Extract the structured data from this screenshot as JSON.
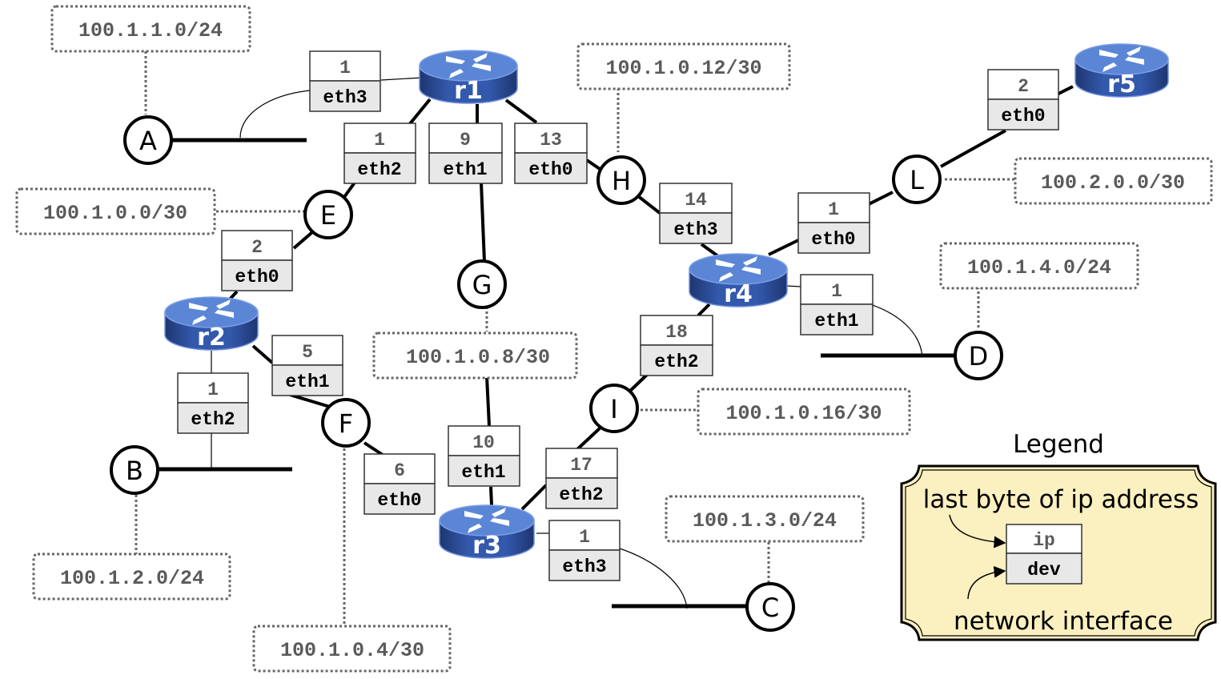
{
  "routers": [
    {
      "id": "r1",
      "label": "r1"
    },
    {
      "id": "r2",
      "label": "r2"
    },
    {
      "id": "r3",
      "label": "r3"
    },
    {
      "id": "r4",
      "label": "r4"
    },
    {
      "id": "r5",
      "label": "r5"
    }
  ],
  "networks": [
    {
      "id": "A",
      "label": "A",
      "subnet": "100.1.1.0/24",
      "type": "lan"
    },
    {
      "id": "B",
      "label": "B",
      "subnet": "100.1.2.0/24",
      "type": "lan"
    },
    {
      "id": "C",
      "label": "C",
      "subnet": "100.1.3.0/24",
      "type": "lan"
    },
    {
      "id": "D",
      "label": "D",
      "subnet": "100.1.4.0/24",
      "type": "lan"
    },
    {
      "id": "E",
      "label": "E",
      "subnet": "100.1.0.0/30",
      "type": "p2p"
    },
    {
      "id": "F",
      "label": "F",
      "subnet": "100.1.0.4/30",
      "type": "p2p"
    },
    {
      "id": "G",
      "label": "G",
      "subnet": "100.1.0.8/30",
      "type": "p2p"
    },
    {
      "id": "H",
      "label": "H",
      "subnet": "100.1.0.12/30",
      "type": "p2p"
    },
    {
      "id": "I",
      "label": "I",
      "subnet": "100.1.0.16/30",
      "type": "p2p"
    },
    {
      "id": "L",
      "label": "L",
      "subnet": "100.2.0.0/30",
      "type": "p2p"
    }
  ],
  "interfaces": [
    {
      "router": "r1",
      "ip": "1",
      "dev": "eth3",
      "network": "A"
    },
    {
      "router": "r1",
      "ip": "1",
      "dev": "eth2",
      "network": "E"
    },
    {
      "router": "r1",
      "ip": "9",
      "dev": "eth1",
      "network": "G"
    },
    {
      "router": "r1",
      "ip": "13",
      "dev": "eth0",
      "network": "H"
    },
    {
      "router": "r2",
      "ip": "2",
      "dev": "eth0",
      "network": "E"
    },
    {
      "router": "r2",
      "ip": "5",
      "dev": "eth1",
      "network": "F"
    },
    {
      "router": "r2",
      "ip": "1",
      "dev": "eth2",
      "network": "B"
    },
    {
      "router": "r3",
      "ip": "6",
      "dev": "eth0",
      "network": "F"
    },
    {
      "router": "r3",
      "ip": "10",
      "dev": "eth1",
      "network": "G"
    },
    {
      "router": "r3",
      "ip": "17",
      "dev": "eth2",
      "network": "I"
    },
    {
      "router": "r3",
      "ip": "1",
      "dev": "eth3",
      "network": "C"
    },
    {
      "router": "r4",
      "ip": "14",
      "dev": "eth3",
      "network": "H"
    },
    {
      "router": "r4",
      "ip": "1",
      "dev": "eth0",
      "network": "L"
    },
    {
      "router": "r4",
      "ip": "1",
      "dev": "eth1",
      "network": "D"
    },
    {
      "router": "r4",
      "ip": "18",
      "dev": "eth2",
      "network": "I"
    },
    {
      "router": "r5",
      "ip": "2",
      "dev": "eth0",
      "network": "L"
    }
  ],
  "legend": {
    "title": "Legend",
    "ip_caption": "last byte of ip address",
    "dev_caption": "network interface",
    "ip_sample": "ip",
    "dev_sample": "dev"
  },
  "colors": {
    "router_top": "#5b86d6",
    "router_side": "#2a4a99",
    "subnet_text": "#5a5a5a",
    "dev_fill": "#e8e8e8",
    "legend_fill": "#fbf0c0"
  }
}
